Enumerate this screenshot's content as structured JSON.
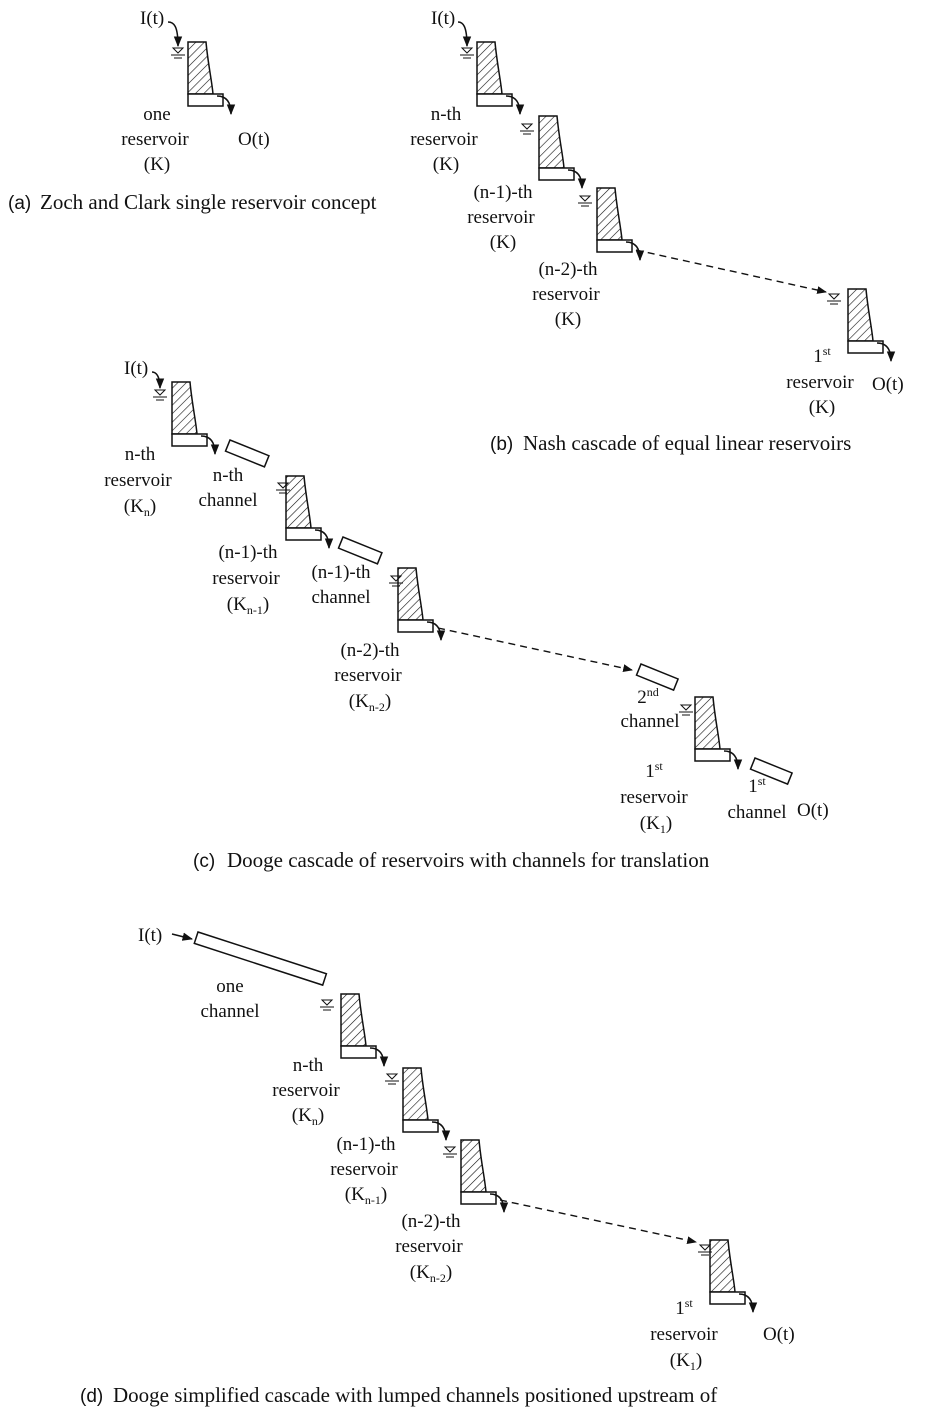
{
  "panels": {
    "a": {
      "caption_letter": "(a)",
      "caption": "Zoch and Clark single reservoir concept",
      "input": "I(t)",
      "output": "O(t)",
      "reservoir": [
        "one",
        "reservoir",
        "(K)"
      ]
    },
    "b": {
      "caption_letter": "(b)",
      "caption": "Nash cascade of equal linear reservoirs",
      "input": "I(t)",
      "output": "O(t)",
      "reservoirs": [
        [
          "n-th",
          "reservoir",
          "(K)"
        ],
        [
          "(n-1)-th",
          "reservoir",
          "(K)"
        ],
        [
          "(n-2)-th",
          "reservoir",
          "(K)"
        ]
      ],
      "last_reservoir": {
        "num": "1",
        "sup": "st",
        "name": "reservoir",
        "k": "(K)"
      }
    },
    "c": {
      "caption_letter": "(c)",
      "caption": "Dooge cascade of reservoirs with channels for translation",
      "input": "I(t)",
      "output": "O(t)",
      "reservoirs": [
        {
          "l1": "n-th",
          "l2": "reservoir",
          "k": "(K",
          "ksub": "n",
          "kend": ")"
        },
        {
          "l1": "(n-1)-th",
          "l2": "reservoir",
          "k": "(K",
          "ksub": "n-1",
          "kend": ")"
        },
        {
          "l1": "(n-2)-th",
          "l2": "reservoir",
          "k": "(K",
          "ksub": "n-2",
          "kend": ")"
        }
      ],
      "channels": [
        {
          "l1": "n-th",
          "l2": "channel"
        },
        {
          "l1": "(n-1)-th",
          "l2": "channel"
        }
      ],
      "second_channel": {
        "num": "2",
        "sup": "nd",
        "name": "channel"
      },
      "first_reservoir": {
        "num": "1",
        "sup": "st",
        "name": "reservoir",
        "k": "(K",
        "ksub": "1",
        "kend": ")"
      },
      "first_channel": {
        "num": "1",
        "sup": "st",
        "name": "channel"
      }
    },
    "d": {
      "caption_letter": "(d)",
      "caption": "Dooge simplified cascade with lumped channels positioned upstream of",
      "input": "I(t)",
      "output": "O(t)",
      "channel": [
        "one",
        "channel"
      ],
      "reservoirs": [
        {
          "l1": "n-th",
          "l2": "reservoir",
          "k": "(K",
          "ksub": "n",
          "kend": ")"
        },
        {
          "l1": "(n-1)-th",
          "l2": "reservoir",
          "k": "(K",
          "ksub": "n-1",
          "kend": ")"
        },
        {
          "l1": "(n-2)-th",
          "l2": "reservoir",
          "k": "(K",
          "ksub": "n-2",
          "kend": ")"
        }
      ],
      "first_reservoir": {
        "num": "1",
        "sup": "st",
        "name": "reservoir",
        "k": "(K",
        "ksub": "1",
        "kend": ")"
      }
    }
  }
}
